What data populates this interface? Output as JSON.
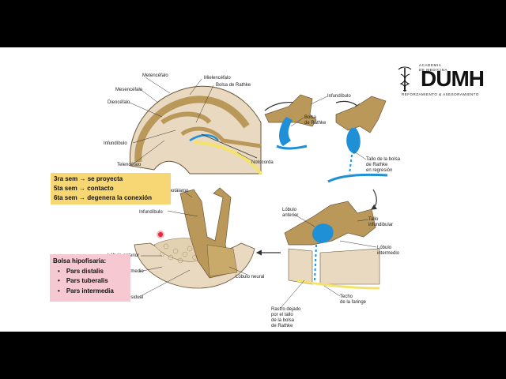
{
  "logo": {
    "top_line_1": "ACADEMIA",
    "top_line_2": "DE MEDICINA",
    "name": "DUMH",
    "tagline": "REFORZAMIENTO & ASESORAMIENTO"
  },
  "diagram_labels": {
    "metencefalo": "Metencéfalo",
    "mielencefalo": "Mielencéfalo",
    "mesencefalo": "Mesencéfalo",
    "bolsa_rathke": "Bolsa de Rathke",
    "diencefalo": "Diencéfalo",
    "infundibulo_1": "Infundíbulo",
    "telencefalo": "Telencéfalo",
    "notocorda": "Notocorda",
    "infundibulo_2": "Infundíbulo",
    "bolsa_rathke_2_l1": "Bolsa",
    "bolsa_rathke_2_l2": "de Rathke",
    "tallo_bolsa_l1": "Tallo de la bolsa",
    "tallo_bolsa_l2": "de Rathke",
    "tallo_bolsa_l3": "en regresión",
    "lobulo_anterior_l1": "Lóbulo",
    "lobulo_anterior_l2": "anterior",
    "tallo_infundibular_l1": "Tallo",
    "tallo_infundibular_l2": "infundibular",
    "lobulo_intermedio_l1": "Lóbulo",
    "lobulo_intermedio_l2": "intermedio",
    "rastro_l1": "Rastro dejado",
    "rastro_l2": "por el tallo",
    "rastro_l3": "de la bolsa",
    "rastro_l4": "de Rathke",
    "techo_l1": "Techo",
    "techo_l2": "de la faringe",
    "hipotalamo": "Hipotálamo",
    "infundibulo_3": "Infundíbulo",
    "lobulo_anterior_3": "Lóbulo anterior",
    "lobulo_intermedio_3": "Lóbulo intermedio",
    "lobulo_neural": "Lóbulo neural",
    "lumen_residual": "Lumen residual"
  },
  "weeks_box": {
    "line1_week": "3ra sem",
    "line1_text": "se proyecta",
    "line2_week": "5ta sem",
    "line2_text": "contacto",
    "line3_week": "6ta sem",
    "line3_text": "degenera la conexión",
    "arrow": "→"
  },
  "bolsa_box": {
    "title": "Bolsa hipofisaria:",
    "items": [
      "Pars distalis",
      "Pars tuberalis",
      "Pars intermedia"
    ]
  },
  "colors": {
    "tan": "#b9985a",
    "blue": "#1f8fd6",
    "yellow": "#f4e36b",
    "pink": "#f6c9d2",
    "highlight": "#f7d774"
  }
}
